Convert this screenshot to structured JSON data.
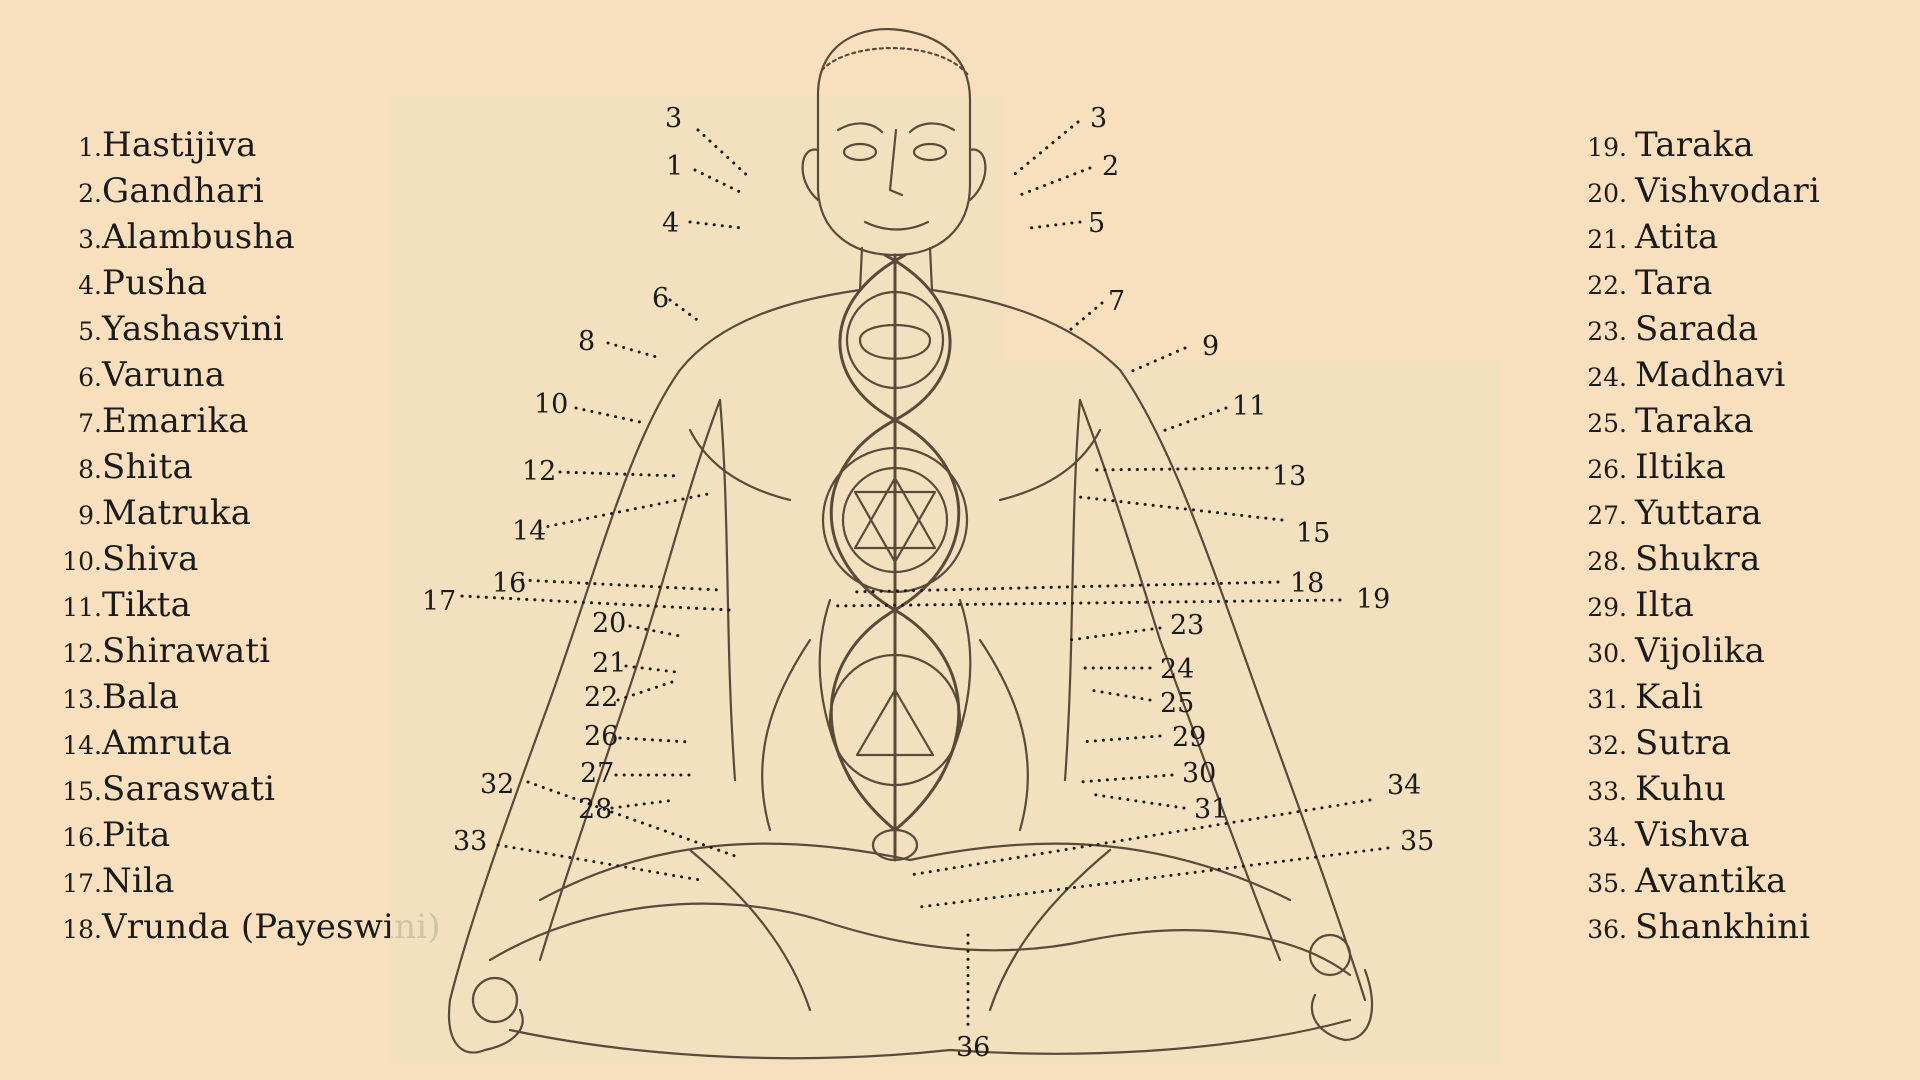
{
  "legend_left": [
    {
      "num": "1.",
      "name": "Hastijiva"
    },
    {
      "num": "2.",
      "name": "Gandhari"
    },
    {
      "num": "3.",
      "name": "Alambusha"
    },
    {
      "num": "4.",
      "name": "Pusha"
    },
    {
      "num": "5.",
      "name": "Yashasvini"
    },
    {
      "num": "6.",
      "name": "Varuna"
    },
    {
      "num": "7.",
      "name": "Emarika"
    },
    {
      "num": "8.",
      "name": "Shita"
    },
    {
      "num": "9.",
      "name": "Matruka"
    },
    {
      "num": "10.",
      "name": "Shiva"
    },
    {
      "num": "11.",
      "name": "Tikta"
    },
    {
      "num": "12.",
      "name": "Shirawati"
    },
    {
      "num": "13.",
      "name": "Bala"
    },
    {
      "num": "14.",
      "name": "Amruta"
    },
    {
      "num": "15.",
      "name": "Saraswati"
    },
    {
      "num": "16.",
      "name": "Pita"
    },
    {
      "num": "17.",
      "name": "Nila"
    },
    {
      "num": "18.",
      "name": "Vrunda (Payeswini)"
    }
  ],
  "legend_right": [
    {
      "num": "19.",
      "name": "Taraka"
    },
    {
      "num": "20.",
      "name": "Vishvodari"
    },
    {
      "num": "21.",
      "name": "Atita"
    },
    {
      "num": "22.",
      "name": "Tara"
    },
    {
      "num": "23.",
      "name": "Sarada"
    },
    {
      "num": "24.",
      "name": "Madhavi"
    },
    {
      "num": "25.",
      "name": "Taraka"
    },
    {
      "num": "26.",
      "name": "Iltika"
    },
    {
      "num": "27.",
      "name": "Yuttara"
    },
    {
      "num": "28.",
      "name": "Shukra"
    },
    {
      "num": "29.",
      "name": "Ilta"
    },
    {
      "num": "30.",
      "name": "Vijolika"
    },
    {
      "num": "31.",
      "name": "Kali"
    },
    {
      "num": "32.",
      "name": "Sutra"
    },
    {
      "num": "33.",
      "name": "Kuhu"
    },
    {
      "num": "34.",
      "name": "Vishva"
    },
    {
      "num": "35.",
      "name": "Avantika"
    },
    {
      "num": "36.",
      "name": "Shankhini"
    }
  ],
  "figure_labels": [
    "1",
    "2",
    "3",
    "3",
    "4",
    "5",
    "6",
    "7",
    "8",
    "9",
    "10",
    "11",
    "12",
    "13",
    "14",
    "15",
    "16",
    "17",
    "18",
    "19",
    "20",
    "21",
    "22",
    "23",
    "24",
    "25",
    "26",
    "27",
    "28",
    "29",
    "30",
    "31",
    "32",
    "33",
    "34",
    "35",
    "36"
  ],
  "colors": {
    "background": "#f8dfbd",
    "paper": "#f1e0bf",
    "ink": "#1b1b1b",
    "sketch": "#5a4a3a"
  }
}
